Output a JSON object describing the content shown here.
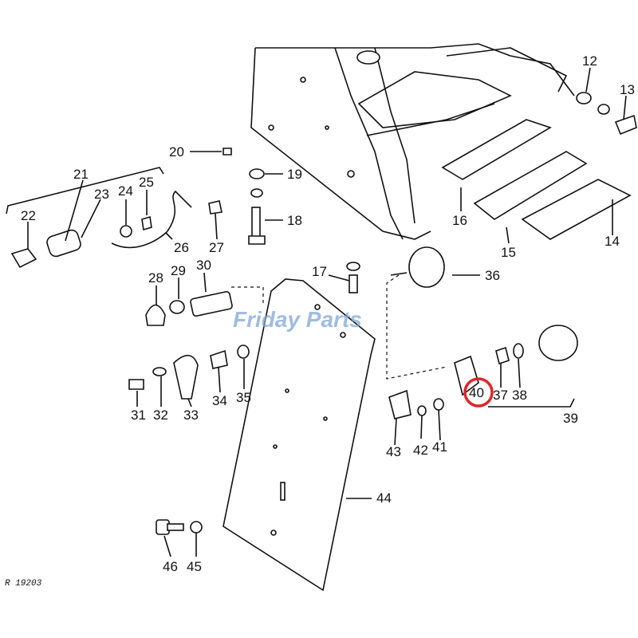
{
  "diagram": {
    "reference_code": "R 19203",
    "watermark": "Friday Parts",
    "highlight": {
      "part": "40",
      "color": "#e0242b"
    },
    "callouts": [
      "12",
      "13",
      "14",
      "15",
      "16",
      "17",
      "18",
      "19",
      "20",
      "21",
      "22",
      "23",
      "24",
      "25",
      "26",
      "27",
      "28",
      "29",
      "30",
      "31",
      "32",
      "33",
      "34",
      "35",
      "36",
      "37",
      "38",
      "39",
      "40",
      "41",
      "42",
      "43",
      "44",
      "45",
      "46"
    ]
  }
}
